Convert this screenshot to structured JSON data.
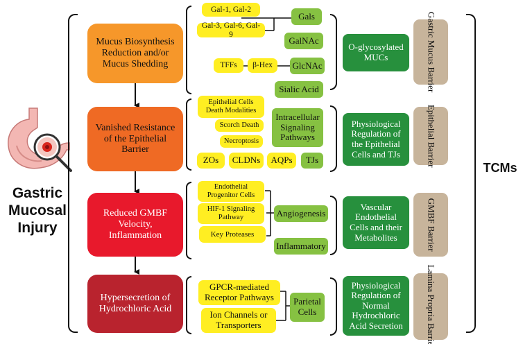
{
  "main_label": "Gastric Mucosal Injury",
  "tcm_label": "TCMs",
  "causes": [
    {
      "label": "Mucus Biosynthesis Reduction and/or Mucus Shedding",
      "color": "#f6972a"
    },
    {
      "label": "Vanished Resistance of the Epithelial Barrier",
      "color": "#ef6a24"
    },
    {
      "label": "Reduced GMBF Velocity, Inflammation",
      "color": "#e8192c"
    },
    {
      "label": "Hypersecretion of Hydrochloric Acid",
      "color": "#b9232e"
    }
  ],
  "row1": {
    "factors": [
      "Gal-1, Gal-2",
      "Gal-3, Gal-6, Gal-9",
      "TFFs",
      "β-Hex"
    ],
    "groups": [
      "Gals",
      "GalNAc",
      "GlcNAc",
      "Sialic Acid"
    ],
    "mechanism": "O-glycosylated MUCs",
    "barrier": "Gastric Mucus Barrier"
  },
  "row2": {
    "factors": [
      "Epithelial Cells Death Modalities",
      "Scorch Death",
      "Necroptosis",
      "ZOs",
      "CLDNs",
      "AQPs"
    ],
    "groups": [
      "Intracellular Signaling Pathways",
      "TJs"
    ],
    "mechanism": "Physiological Regulation of the Epithelial Cells and TJs",
    "barrier": "Epithelial Barrier"
  },
  "row3": {
    "factors": [
      "Endothelial Progenitor Cells",
      "HIF-1 Signaling Pathway",
      "Key Proteases"
    ],
    "groups": [
      "Angiogenesis",
      "Inflammatory"
    ],
    "mechanism": "Vascular Endothelial Cells and their Metabolites",
    "barrier": "GMBF Barrier"
  },
  "row4": {
    "factors": [
      "GPCR-mediated Receptor Pathways",
      "Ion Channels or Transporters"
    ],
    "groups": [
      "Parietal Cells"
    ],
    "mechanism": "Physiological Regulation of Normal Hydrochloric Acid Secretion",
    "barrier": "Lamina Propria Barrier"
  },
  "colors": {
    "yellow_factor": "#ffee22",
    "light_green_group": "#86c142",
    "dark_green_mechanism": "#27903d",
    "tan_barrier": "#c7b49b"
  }
}
